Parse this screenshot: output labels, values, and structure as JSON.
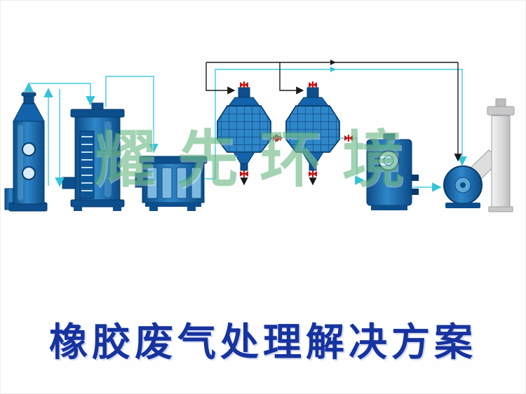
{
  "page": {
    "title": "橡胶废气处理解决方案",
    "watermark": "耀先环境"
  },
  "colors": {
    "equipment_blue": "#1263ac",
    "equipment_blue_dark": "#083a6b",
    "equipment_blue_light": "#5aa7d8",
    "panel_light_blue": "#7db8de",
    "line_cyan": "#5fd4e6",
    "line_black": "#1a1a1a",
    "valve_red": "#c41414",
    "chimney_gray": "#d9d9d9",
    "watermark_green": "#48a866",
    "title_blue": "#16339f"
  },
  "equipment": [
    {
      "id": "spray-tower"
    },
    {
      "id": "packed-scrubber-tower"
    },
    {
      "id": "uv-photolysis-unit"
    },
    {
      "id": "activated-carbon-drum-1"
    },
    {
      "id": "activated-carbon-drum-2"
    },
    {
      "id": "water-seal-tank"
    },
    {
      "id": "centrifugal-fan"
    },
    {
      "id": "exhaust-chimney"
    }
  ]
}
